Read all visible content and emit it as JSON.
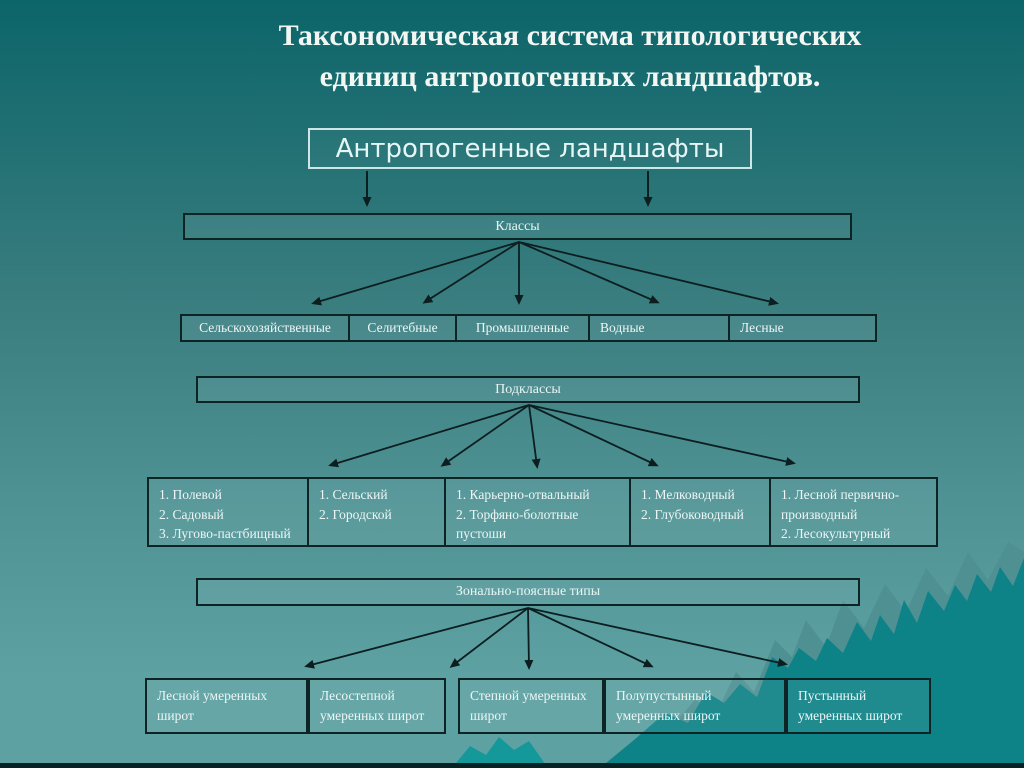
{
  "title": {
    "line1": "Таксономическая система типологических",
    "line2": "единиц антропогенных ландшафтов."
  },
  "root": {
    "label": "Антропогенные ландшафты"
  },
  "levels": {
    "classes": {
      "header": "Классы",
      "items": [
        "Сельскохозяйственные",
        "Селитебные",
        "Промышленные",
        "Водные",
        "Лесные"
      ]
    },
    "subclasses": {
      "header": "Подклассы",
      "items": [
        [
          "1. Полевой",
          "2. Садовый",
          "3. Лугово-пастбищный"
        ],
        [
          "1. Сельский",
          "2. Городской"
        ],
        [
          "1. Карьерно-отвальный",
          "2. Торфяно-болотные",
          "пустоши"
        ],
        [
          "1. Мелководный",
          "2. Глубоководный"
        ],
        [
          "1. Лесной первично-",
          "производный",
          "2. Лесокультурный"
        ]
      ]
    },
    "zonal": {
      "header": "Зонально-поясные типы",
      "items": [
        [
          "Лесной умеренных",
          "широт"
        ],
        [
          "Лесостепной",
          "умеренных широт"
        ],
        [
          "Степной умеренных",
          "широт"
        ],
        [
          "Полупустынный",
          "умеренных широт"
        ],
        [
          "Пустынный",
          "умеренных широт"
        ]
      ]
    }
  },
  "colors": {
    "background_top": "#0c6569",
    "background_bottom": "#5da1a2",
    "box_border": "#0d2324",
    "root_border": "#cfe6e6",
    "text": "#eef6f6",
    "arrow": "#0c1e20",
    "mountain_front": "#0d8287",
    "mountain_back": "#4f9193",
    "mountain_bright": "#15989a",
    "bottom_strip": "#062225"
  }
}
